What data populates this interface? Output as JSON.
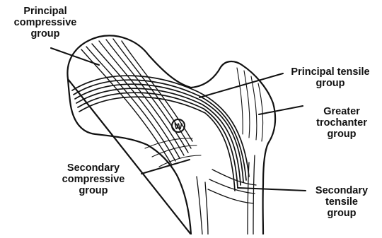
{
  "labels": {
    "principal_compressive": "Principal\ncompressive\ngroup",
    "principal_tensile": "Principal tensile\ngroup",
    "greater_trochanter": "Greater\ntrochanter\ngroup",
    "secondary_compressive": "Secondary\ncompressive\ngroup",
    "secondary_tensile": "Secondary\ntensile\ngroup",
    "ward_mark": "W"
  },
  "colors": {
    "ink": "#111111",
    "background": "#ffffff"
  }
}
